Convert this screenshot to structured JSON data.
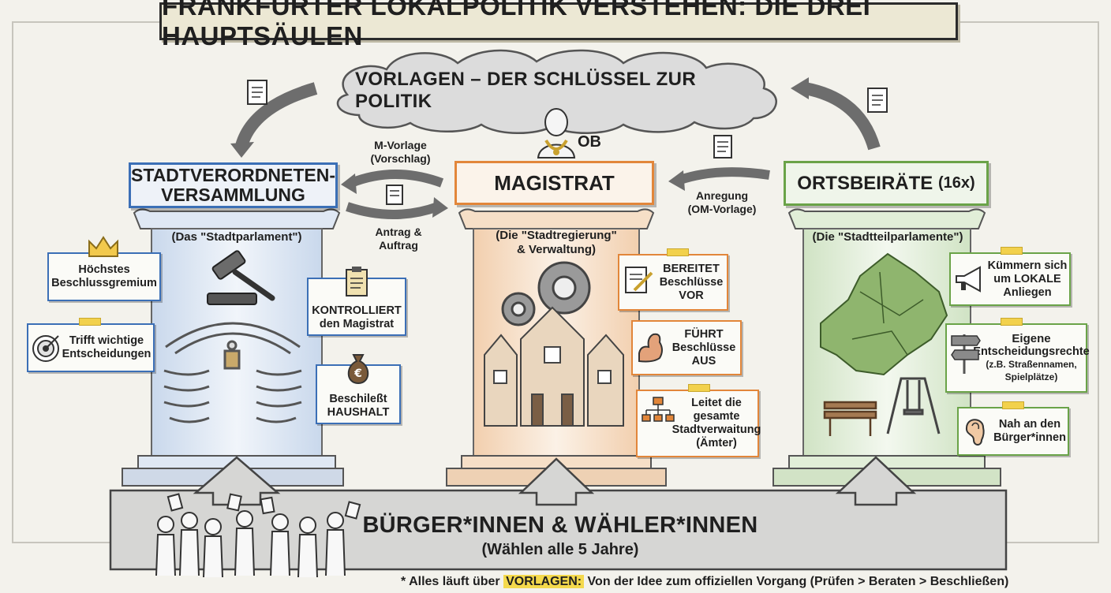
{
  "title": "FRANKFURTER LOKALPOLITIK VERSTEHEN: DIE DREI HAUPTSÄULEN",
  "cloud": "VORLAGEN – DER SCHLÜSSEL ZUR POLITIK",
  "ob": "OB",
  "pillars": {
    "left": {
      "title_line1": "STADTVERORDNETEN-",
      "title_line2": "VERSAMMLUNG",
      "subtitle": "(Das \"Stadtparlament\")",
      "color": "#3b6fb6",
      "cards": {
        "hoechstes_line1": "Höchstes",
        "hoechstes_line2": "Beschlussgremium",
        "trifft_line1": "Trifft wichtige",
        "trifft_line2": "Entscheidungen",
        "kontrolliert_line1": "KONTROLLIERT",
        "kontrolliert_line2": "den Magistrat",
        "haushalt_line1": "Beschileßt",
        "haushalt_line2": "HAUSHALT"
      }
    },
    "center": {
      "title": "MAGISTRAT",
      "subtitle_line1": "(Die \"Stadtregierung\"",
      "subtitle_line2": "& Verwaltung)",
      "color": "#e2863a",
      "cards": {
        "bereitet_line1": "BEREITET",
        "bereitet_line2": "Beschlüsse",
        "bereitet_line3": "VOR",
        "fuehrt_line1": "FÜHRT",
        "fuehrt_line2": "Beschlüsse",
        "fuehrt_line3": "AUS",
        "leitet_line1": "Leitet die",
        "leitet_line2": "gesamte",
        "leitet_line3": "Stadtverwaitung",
        "leitet_line4": "(Ämter)"
      }
    },
    "right": {
      "title": "ORTSBEIRÄTE",
      "title_count": "(16x)",
      "subtitle": "(Die \"Stadtteilparlamente\")",
      "color": "#6aa348",
      "cards": {
        "kuemmern_line1": "Kümmern sich",
        "kuemmern_line2": "um LOKALE",
        "kuemmern_line3": "Anliegen",
        "eigene_line1": "Eigene",
        "eigene_line2": "Entscheidungsrechte",
        "eigene_line3": "(z.B. Straßennamen,",
        "eigene_line4": "Spielplätze)",
        "nah_line1": "Nah an den",
        "nah_line2": "Bürger*innen"
      }
    }
  },
  "flows": {
    "mvorlage_line1": "M-Vorlage",
    "mvorlage_line2": "(Vorschlag)",
    "antrag_line1": "Antrag &",
    "antrag_line2": "Auftrag",
    "anregung_line1": "Anregung",
    "anregung_line2": "(OM-Vorlage)"
  },
  "citizens": {
    "title": "BÜRGER*INNEN & WÄHLER*INNEN",
    "subtitle": "(Wählen alle 5 Jahre)"
  },
  "footnote": {
    "prefix": "* Alles läuft über ",
    "highlight": "VORLAGEN:",
    "suffix": " Von der Idee zum offiziellen Vorgang (Prüfen > Beraten > Beschließen)"
  },
  "colors": {
    "blue": "#3b6fb6",
    "orange": "#e2863a",
    "green": "#6aa348",
    "highlight": "#f4d94c"
  },
  "icons": [
    "document-icon",
    "crown-icon",
    "target-icon",
    "gavel-icon",
    "clipboard-icon",
    "money-bag-icon",
    "parliament-seats-icon",
    "gears-icon",
    "town-hall-icon",
    "edit-document-icon",
    "flexed-arm-icon",
    "org-chart-icon",
    "megaphone-icon",
    "signpost-icon",
    "ear-icon",
    "map-icon",
    "bench-icon",
    "swing-icon",
    "citizens-icon",
    "mayor-icon",
    "arrow-icon"
  ]
}
